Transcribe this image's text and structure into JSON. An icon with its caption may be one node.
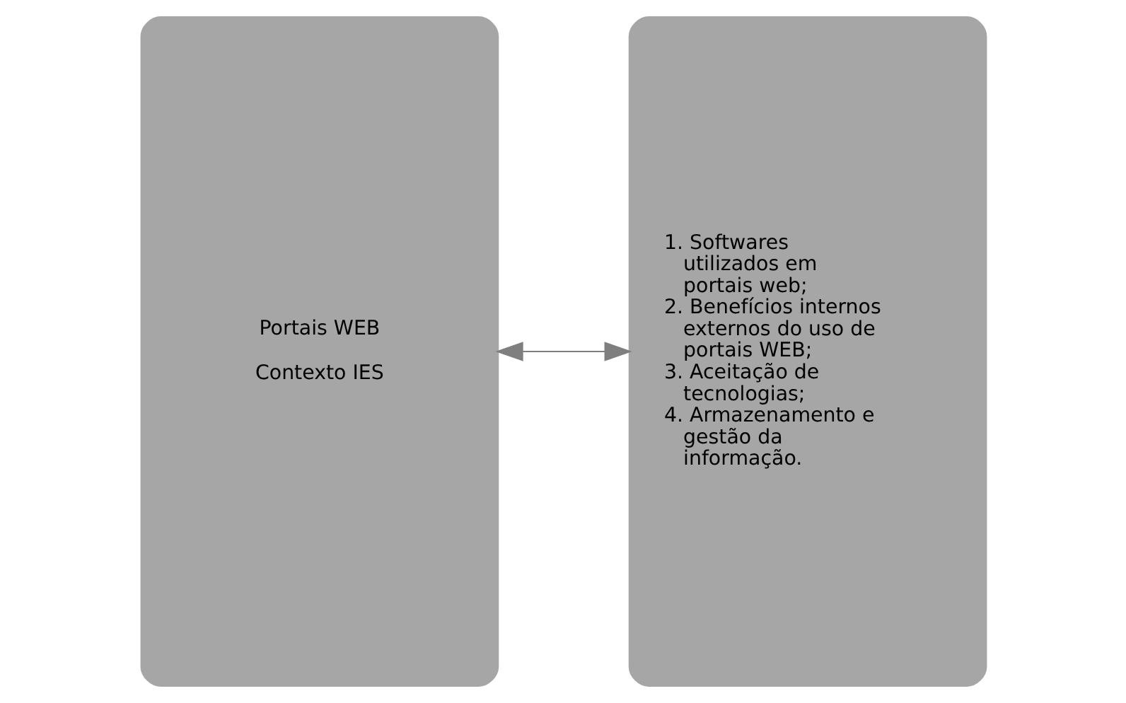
{
  "diagram": {
    "nodes": [
      {
        "text": [
          "Portais WEB",
          "Contexto IES"
        ]
      },
      {
        "text": [
          "1. Softwares utilizados em portais web;",
          "2. Benefícios internos externos do uso de portais WEB;",
          "3. Aceitação de tecnologias;",
          "4. Armazenamento e gestão da informação."
        ]
      }
    ],
    "edges": [
      {
        "from": 0,
        "to": 1,
        "arrow": "both"
      }
    ]
  }
}
